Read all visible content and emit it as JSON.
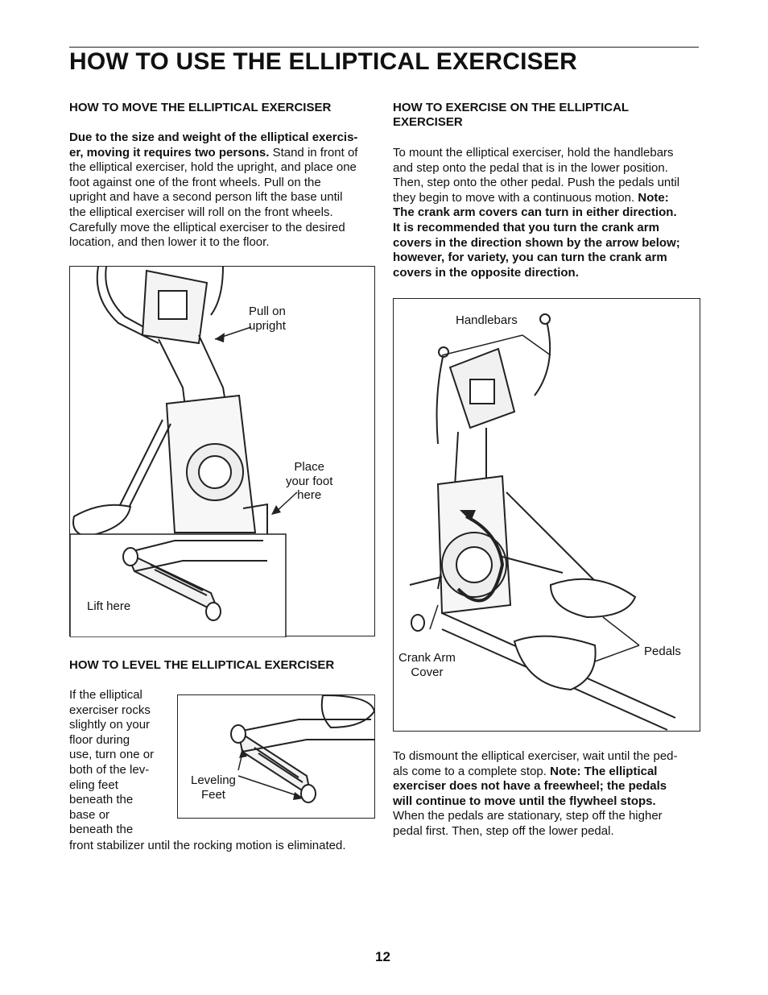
{
  "title": "HOW TO USE THE ELLIPTICAL EXERCISER",
  "move": {
    "heading": "HOW TO MOVE THE ELLIPTICAL EXERCISER",
    "line1_bold": "Due to the size and weight of the elliptical exercis-",
    "line2_bold": "er, moving it requires two persons.",
    "line2_rest": " Stand in front of",
    "line3": "the elliptical exerciser, hold the upright, and place one",
    "line4": "foot against one of the front wheels. Pull on the",
    "line5": "upright and have a second person lift the base until",
    "line6": "the elliptical exerciser will roll on the front wheels.",
    "line7": "Carefully move the elliptical exerciser to the desired",
    "line8": "location, and then lower it to the floor."
  },
  "fig_move": {
    "label_pull_1": "Pull on",
    "label_pull_2": "upright",
    "label_place_1": "Place",
    "label_place_2": "your foot",
    "label_place_3": "here",
    "label_lift": "Lift here"
  },
  "level": {
    "heading": "HOW TO LEVEL THE ELLIPTICAL EXERCISER",
    "lines": [
      "If the elliptical",
      "exerciser rocks",
      "slightly on your",
      "floor during",
      "use, turn one or",
      "both of the lev-",
      "eling feet",
      "beneath the",
      "base or",
      "beneath the"
    ],
    "last_line": "front stabilizer until the rocking motion is eliminated."
  },
  "fig_level": {
    "label_1": "Leveling",
    "label_2": "Feet"
  },
  "exercise": {
    "heading_1": "HOW TO EXERCISE ON THE ELLIPTICAL",
    "heading_2": "EXERCISER",
    "line1": "To mount the elliptical exerciser, hold the handlebars",
    "line2": "and step onto the pedal that is in the lower position.",
    "line3": "Then, step onto the other pedal. Push the pedals until",
    "line4": "they begin to move with a continuous motion.",
    "line4_bold": " Note:",
    "bold1": "The crank arm covers can turn in either direction.",
    "bold2": "It is recommended that you turn the crank arm",
    "bold3": "covers in the direction shown by the arrow below;",
    "bold4": "however, for variety, you can turn the crank arm",
    "bold5": "covers in the opposite direction."
  },
  "fig_exercise": {
    "label_handlebars": "Handlebars",
    "label_crank_1": "Crank Arm",
    "label_crank_2": "Cover",
    "label_pedals": "Pedals"
  },
  "dismount": {
    "line1": "To dismount the elliptical exerciser, wait until the ped-",
    "line2": "als come to a complete stop.",
    "line2_bold": " Note: The elliptical",
    "bold1": "exerciser does not have a freewheel; the pedals",
    "bold2": "will continue to move until the flywheel stops.",
    "line5": "When the pedals are stationary, step off the higher",
    "line6": "pedal first. Then, step off the lower pedal."
  },
  "page_number": "12"
}
